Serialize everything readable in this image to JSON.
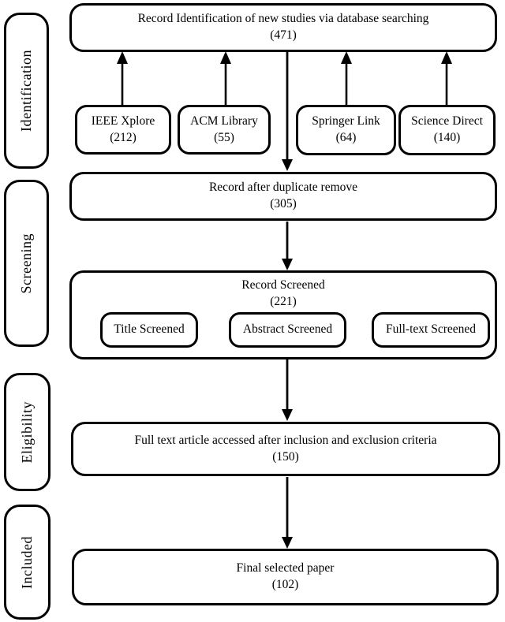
{
  "colors": {
    "ink": "#000000",
    "background": "#ffffff"
  },
  "stages": [
    {
      "label": "Identification"
    },
    {
      "label": "Screening"
    },
    {
      "label": "Eligibility"
    },
    {
      "label": "Included"
    }
  ],
  "nodes": {
    "database_search": {
      "label": "Record Identification of new studies via database searching",
      "count": "(471)"
    },
    "sources": [
      {
        "name": "IEEE Xplore",
        "count": "(212)"
      },
      {
        "name": "ACM Library",
        "count": "(55)"
      },
      {
        "name": "Springer Link",
        "count": "(64)"
      },
      {
        "name": "Science Direct",
        "count": "(140)"
      }
    ],
    "deduplicated": {
      "label": "Record after duplicate remove",
      "count": "(305)"
    },
    "screened": {
      "label": "Record Screened",
      "count": "(221)",
      "methods": [
        {
          "name": "Title Screened"
        },
        {
          "name": "Abstract Screened"
        },
        {
          "name": "Full-text Screened"
        }
      ]
    },
    "full_text": {
      "label": "Full text article accessed after inclusion and exclusion criteria",
      "count": "(150)"
    },
    "final": {
      "label": "Final selected paper",
      "count": "(102)"
    }
  }
}
